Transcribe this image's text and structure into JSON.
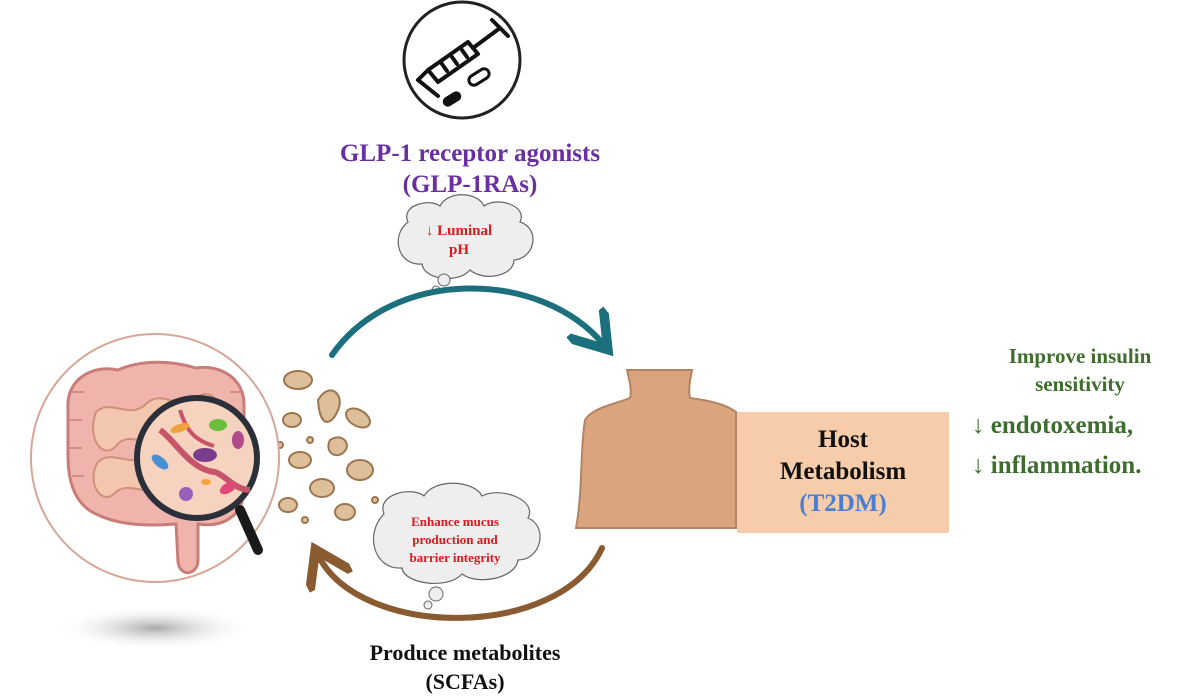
{
  "drug": {
    "line1": "GLP-1 receptor agonists",
    "line2": "(GLP-1RAs)",
    "icon": "syringe-pill-icon"
  },
  "cloud_top": {
    "line1": "↓ Luminal",
    "line2": "pH"
  },
  "cloud_bottom": {
    "line1": "Enhance mucus",
    "line2": "production and",
    "line3": "barrier integrity"
  },
  "host": {
    "line1": "Host",
    "line2": "Metabolism",
    "line3": "(T2DM)"
  },
  "outcomes": {
    "line1": "Improve insulin",
    "line2": "sensitivity",
    "line3": "↓ endotoxemia,",
    "line4": "↓ inflammation."
  },
  "metabolites": {
    "line1": "Produce metabolites",
    "line2": "(SCFAs)"
  },
  "colors": {
    "drug_text": "#6a2fa0",
    "cloud_text": "#e0181d",
    "outcome_text": "#3f6d2d",
    "top_arrow": "#1c6f7c",
    "bottom_arrow": "#8a5a30",
    "host_box": "#f6ccaa",
    "body_skin": "#d9a47e",
    "host_sub": "#4a7fd0"
  }
}
